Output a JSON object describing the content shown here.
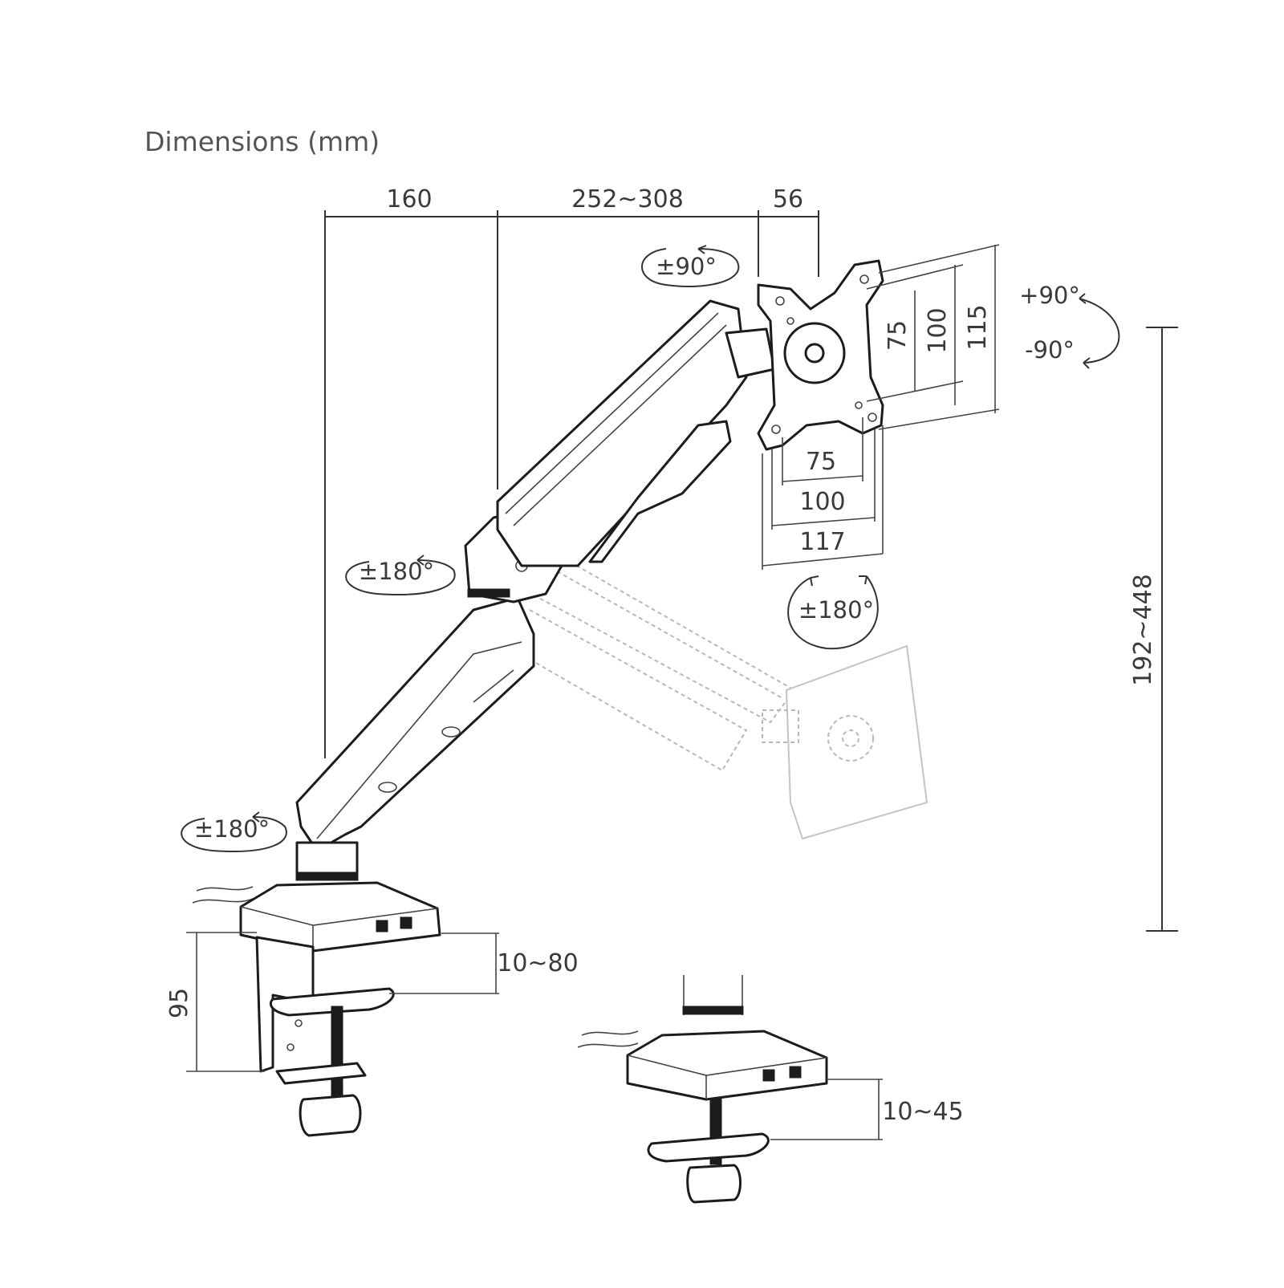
{
  "title": "Dimensions (mm)",
  "dimensions": {
    "top_base": "160",
    "top_arm": "252~308",
    "top_head": "56",
    "vesa_height_75": "75",
    "vesa_height_100": "100",
    "vesa_height_115": "115",
    "vesa_width_75": "75",
    "vesa_width_100": "100",
    "vesa_width_117": "117",
    "height_range": "192~448",
    "clamp_height": "95",
    "clamp_range": "10~80",
    "grommet_range": "10~45"
  },
  "rotations": {
    "head_swivel": "±90°",
    "tilt_up": "+90°",
    "tilt_down": "-90°",
    "elbow": "±180°",
    "base": "±180°",
    "rotation": "±180°"
  }
}
